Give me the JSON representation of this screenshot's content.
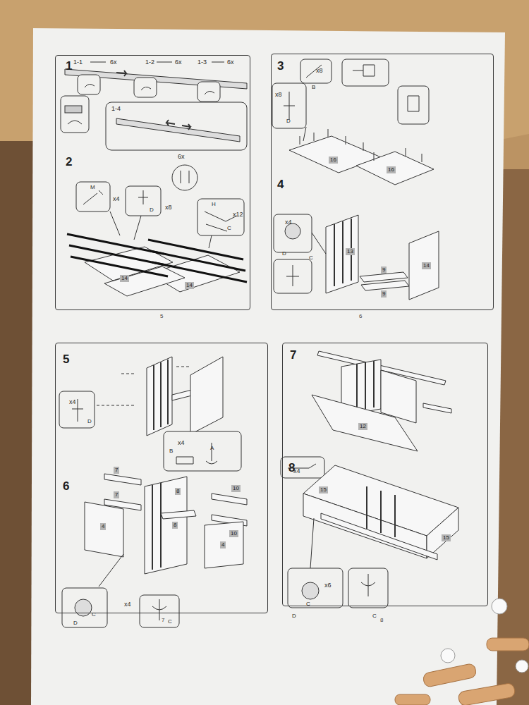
{
  "diagram": {
    "nodes": [
      {
        "text": [
          "1",
          "2"
        ]
      },
      {
        "text": [
          "3",
          "4"
        ]
      },
      {
        "text": [
          "5",
          "6"
        ]
      },
      {
        "text": [
          "7",
          "8"
        ]
      }
    ],
    "labels": [
      "1-1",
      "6x",
      "1-2",
      "6x",
      "1-3",
      "6x",
      "1-4",
      "6x",
      "M",
      "x4",
      "x8",
      "D",
      "H",
      "x12",
      "C",
      "14",
      "14",
      "x8",
      "B",
      "x8",
      "D",
      "16",
      "16",
      "x4",
      "C",
      "D",
      "13",
      "9",
      "9",
      "14",
      "5",
      "6",
      "x4",
      "D",
      "x4",
      "B",
      "A",
      "7",
      "7",
      "8",
      "8",
      "10",
      "10",
      "4",
      "4",
      "x4",
      "C",
      "D",
      "C",
      "7",
      "12",
      "x4",
      "15",
      "15",
      "x6",
      "C",
      "D",
      "C",
      "8"
    ]
  }
}
